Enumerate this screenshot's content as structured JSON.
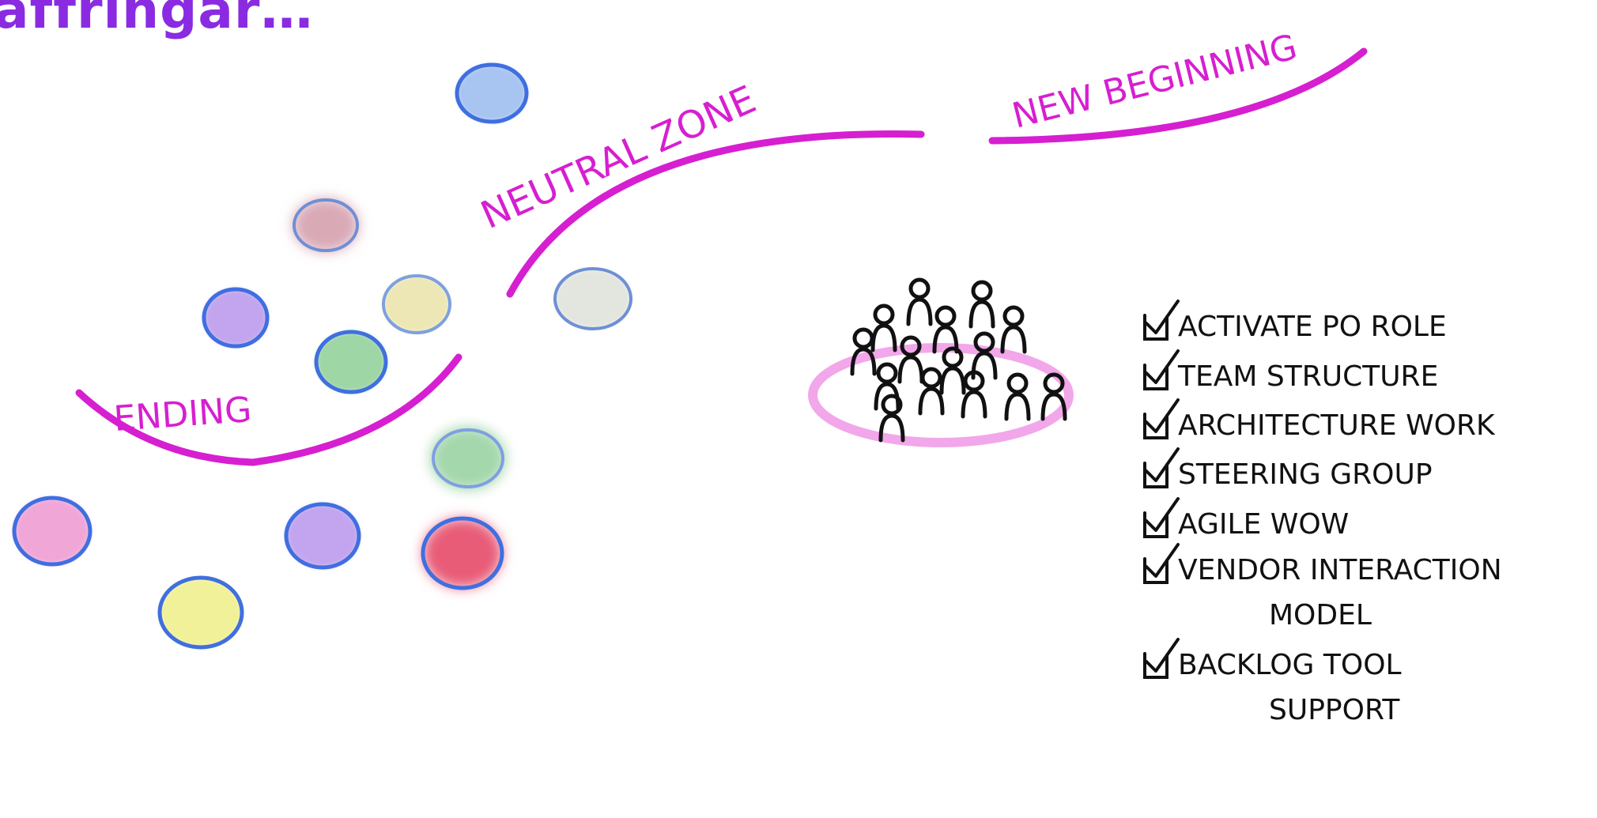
{
  "title": "affringar…",
  "phases": {
    "ending": "ENDING",
    "neutral_zone": "NEUTRAL ZONE",
    "new_beginning": "NEW BEGINNING"
  },
  "checklist": [
    "ACTIVATE PO ROLE",
    "TEAM STRUCTURE",
    "ARCHITECTURE WORK",
    "STEERING GROUP",
    "AGILE WOW",
    "VENDOR INTERACTION",
    "MODEL",
    "BACKLOG TOOL",
    "SUPPORT"
  ],
  "colors": {
    "title": "#8a2be2",
    "arc": "#d61fd0",
    "ring": "#f2a7ea",
    "ink": "#111111",
    "bubble_outline": "#3f6fe0"
  },
  "bubble_fills": [
    "#a8c4f0",
    "#d9a9b6",
    "#c2a5ee",
    "#ece7b4",
    "#9ed6a6",
    "#e3e6de",
    "#a4d7ac",
    "#f0a7d8",
    "#c2a5ee",
    "#e85b78",
    "#f1f19a"
  ]
}
